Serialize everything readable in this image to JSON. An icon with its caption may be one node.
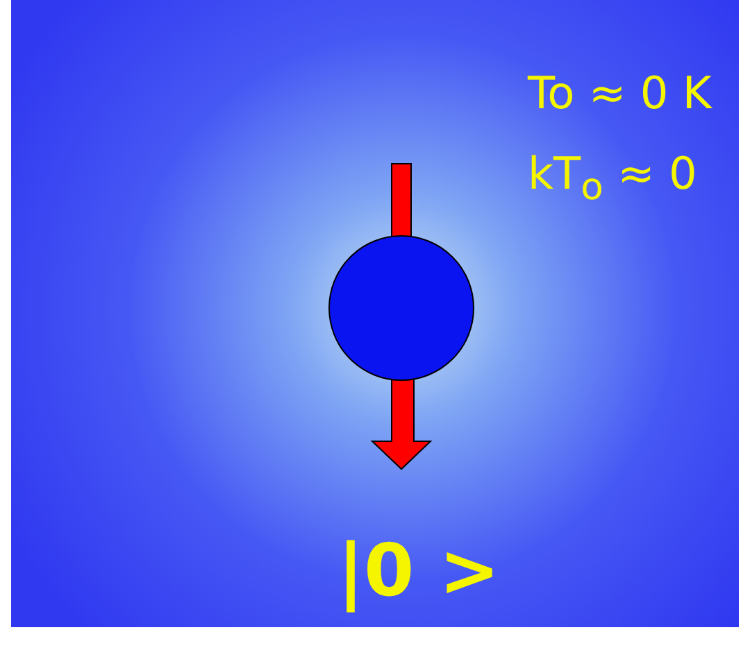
{
  "diagram": {
    "labels": [
      "To ≈ 0 K",
      "kT$_{o}$ ≈ 0",
      "|0 >"
    ]
  }
}
